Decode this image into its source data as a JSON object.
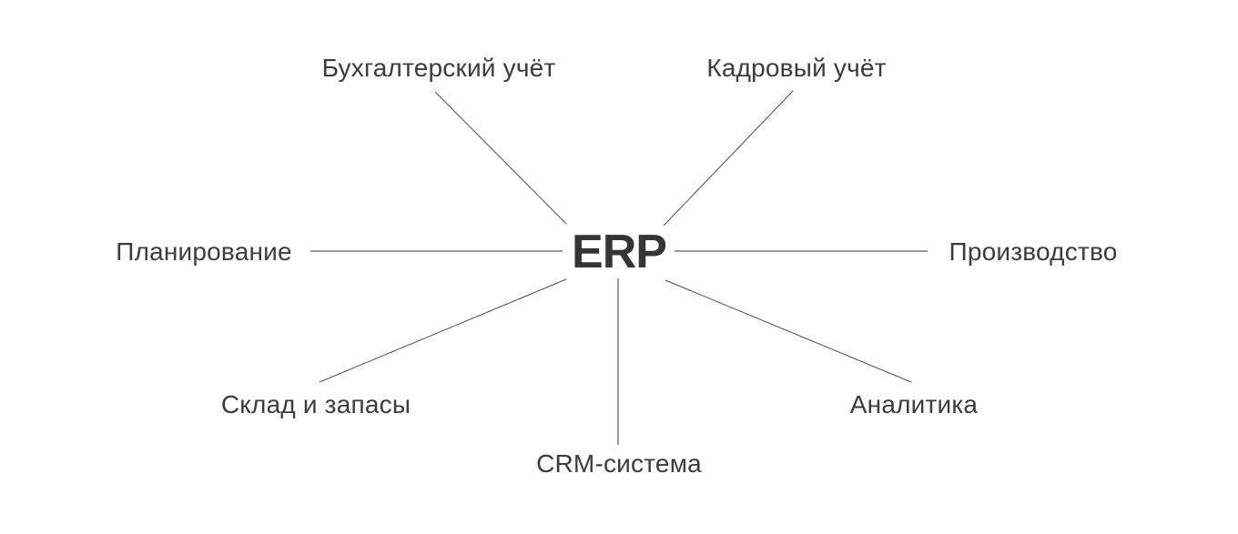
{
  "diagram": {
    "type": "hub-and-spoke",
    "hub": {
      "label": "ERP"
    },
    "nodes": [
      {
        "id": "accounting",
        "label": "Бухгалтерский учёт",
        "position": "top-left"
      },
      {
        "id": "hr",
        "label": "Кадровый учёт",
        "position": "top-right"
      },
      {
        "id": "planning",
        "label": "Планирование",
        "position": "left"
      },
      {
        "id": "production",
        "label": "Производство",
        "position": "right"
      },
      {
        "id": "warehouse",
        "label": "Склад и запасы",
        "position": "bottom-left"
      },
      {
        "id": "crm",
        "label": "CRM-система",
        "position": "bottom-center"
      },
      {
        "id": "analytics",
        "label": "Аналитика",
        "position": "bottom-right"
      }
    ],
    "colors": {
      "background": "#ffffff",
      "text": "#3c3c3e",
      "hub_text": "#353537",
      "line_straight": "#9a9a9a",
      "line_diagonal": "#4d4d4d"
    }
  }
}
